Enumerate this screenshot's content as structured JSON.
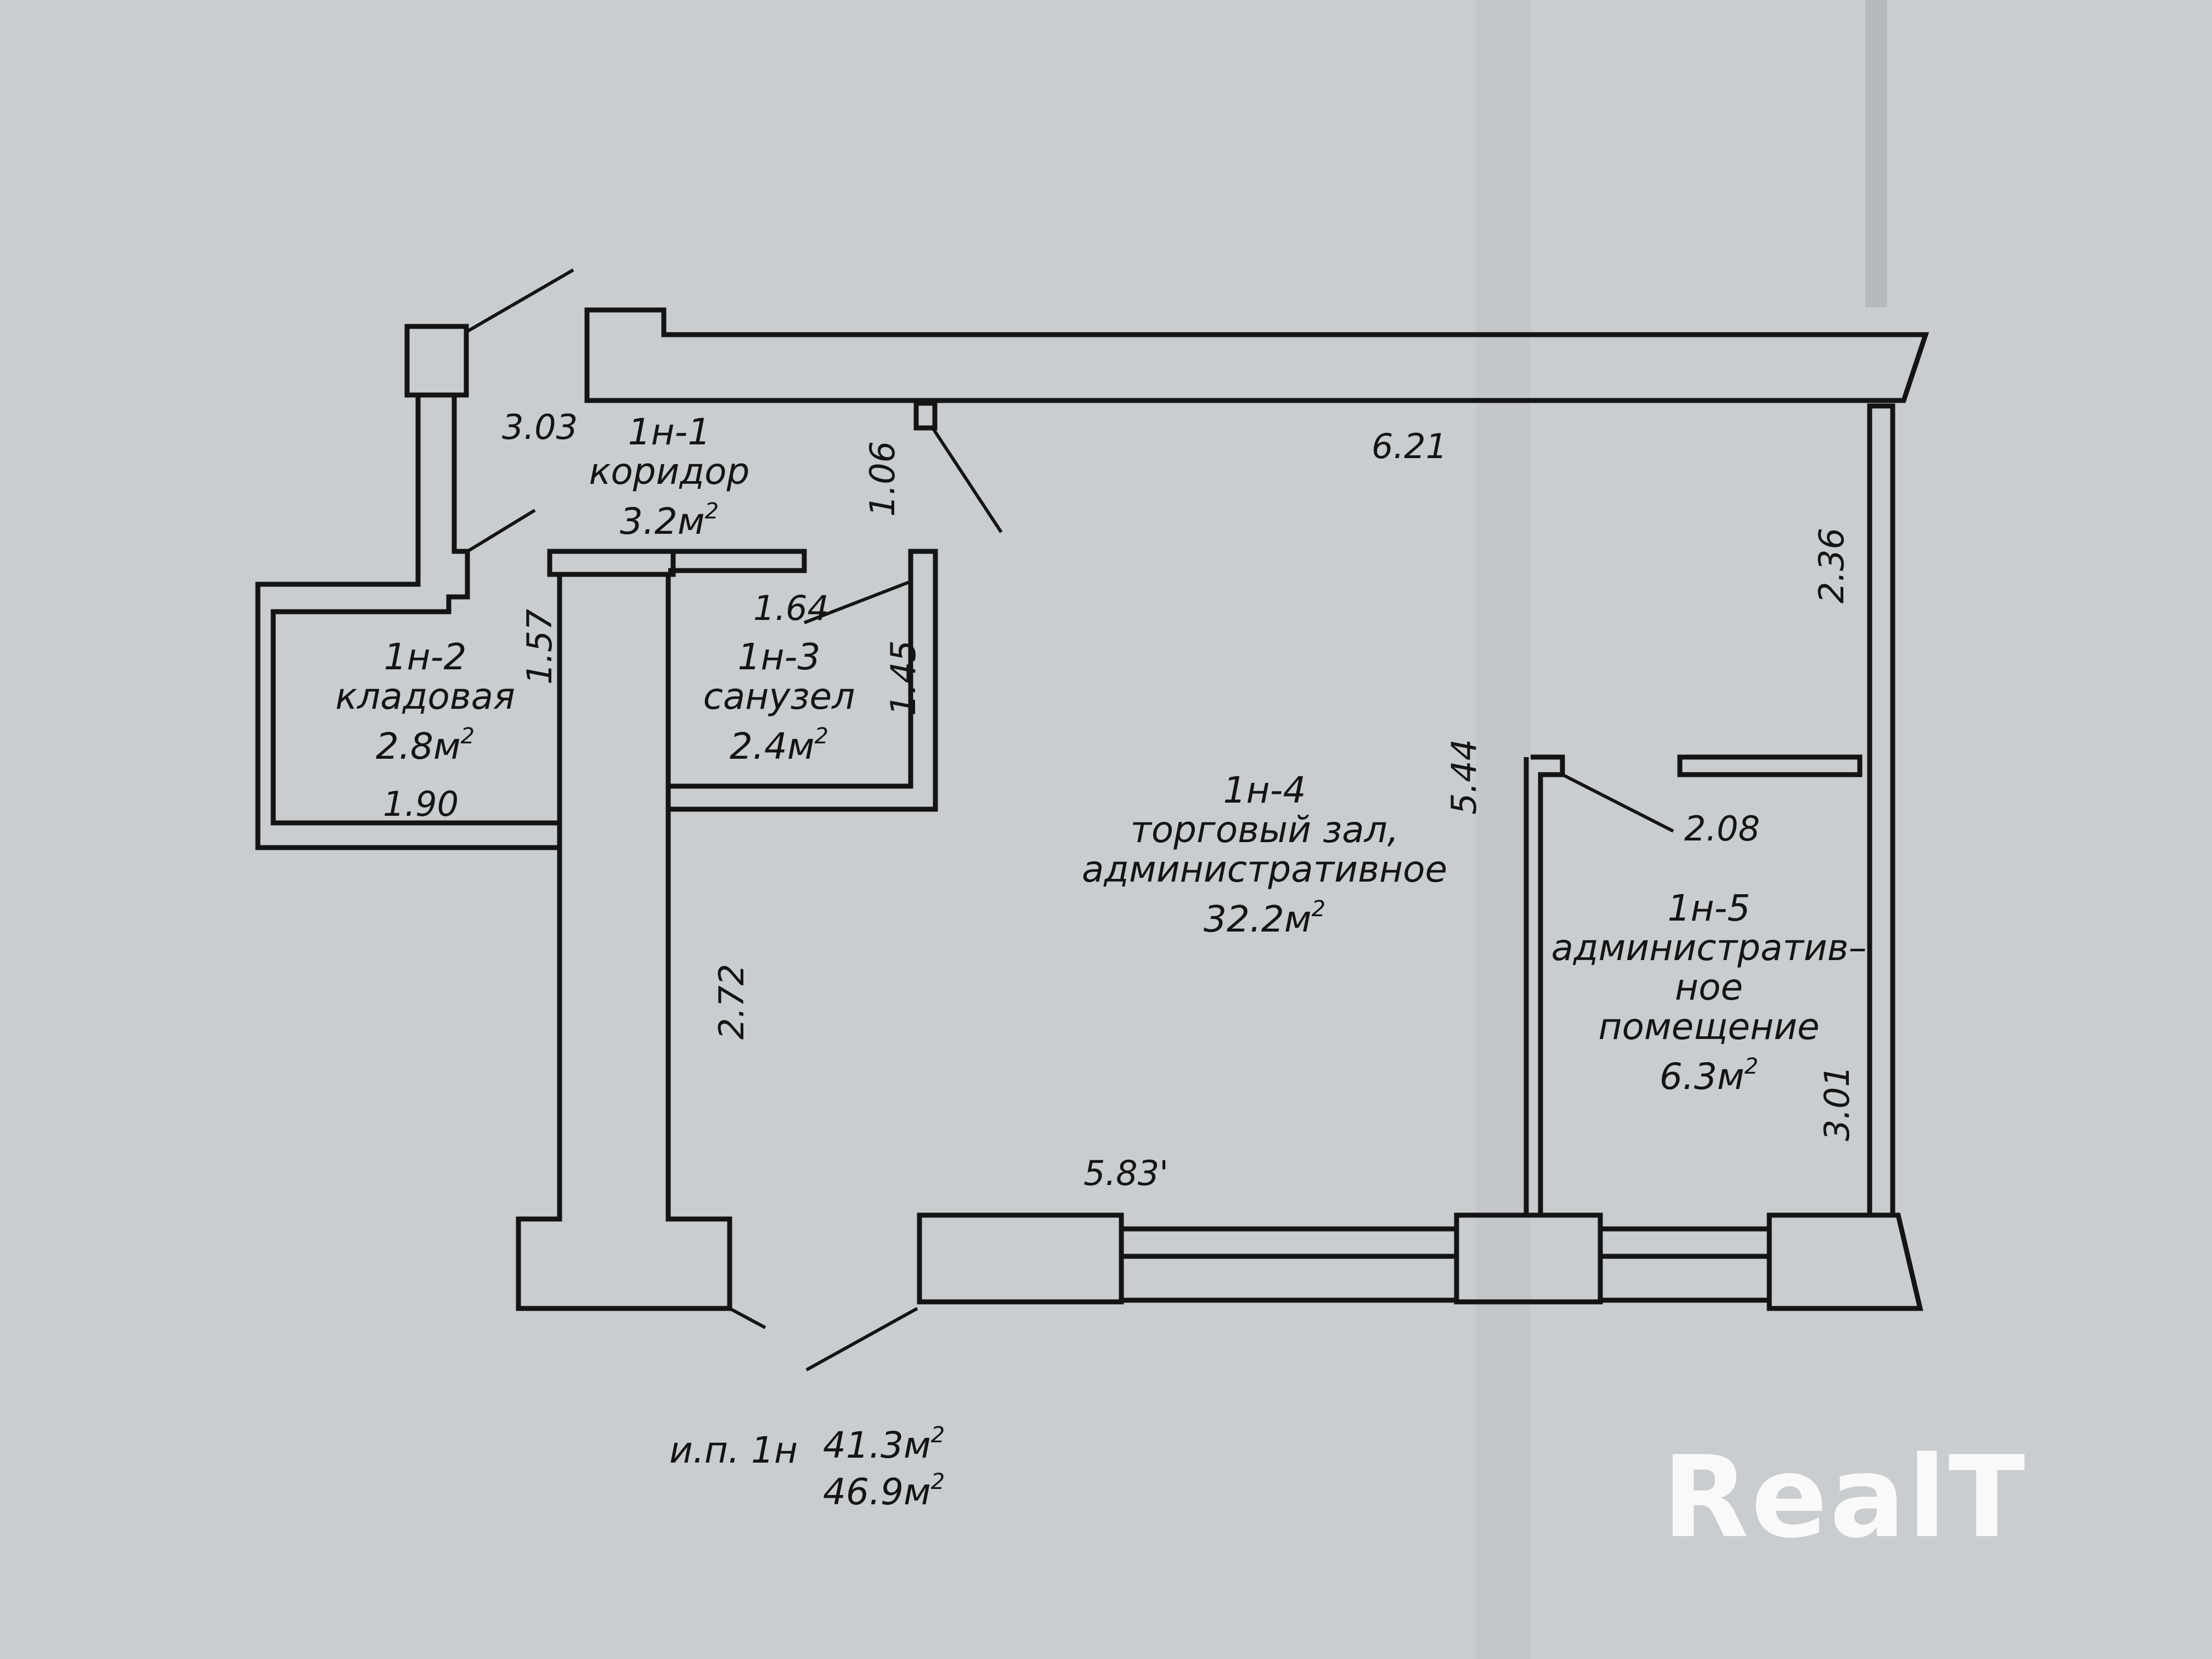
{
  "rooms": {
    "r1": {
      "id": "1н-1",
      "name": "коридор",
      "area": "3.2м",
      "area_sup": "2"
    },
    "r2": {
      "id": "1н-2",
      "name": "кладовая",
      "area": "2.8м",
      "area_sup": "2"
    },
    "r3": {
      "id": "1н-3",
      "name": "санузел",
      "area": "2.4м",
      "area_sup": "2"
    },
    "r4": {
      "id": "1н-4",
      "name_line1": "торговый зал,",
      "name_line2": "административное",
      "area": "32.2м",
      "area_sup": "2"
    },
    "r5": {
      "id": "1н-5",
      "name_line1": "административ–",
      "name_line2": "ное",
      "name_line3": "помещение",
      "area": "6.3м",
      "area_sup": "2"
    }
  },
  "dimensions": {
    "d303": "3.03",
    "d106": "1.06",
    "d621": "6.21",
    "d236": "2.36",
    "d157": "1.57",
    "d164": "1.64",
    "d145": "1.45",
    "d190": "1.90",
    "d544": "5.44",
    "d208": "2.08",
    "d272": "2.72",
    "d301": "3.01",
    "d583": "5.83'"
  },
  "summary": {
    "label": "и.п. 1н",
    "area1": "41.3м",
    "area1_sup": "2",
    "area2": "46.9м",
    "area2_sup": "2"
  },
  "watermark": "RealT",
  "colors": {
    "paper": "#c9cdcf",
    "ink": "#141414"
  }
}
